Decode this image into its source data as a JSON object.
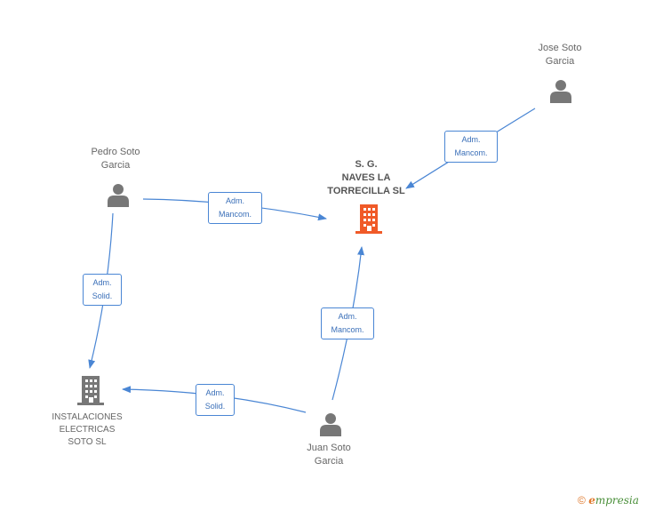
{
  "nodes": {
    "jose": {
      "line1": "Jose Soto",
      "line2": "Garcia"
    },
    "pedro": {
      "line1": "Pedro Soto",
      "line2": "Garcia"
    },
    "juan": {
      "line1": "Juan Soto",
      "line2": "Garcia"
    },
    "main_company": {
      "line1": "S.  G.",
      "line2": "NAVES LA",
      "line3": "TORRECILLA SL"
    },
    "installaciones": {
      "line1": "INSTALACIONES",
      "line2": "ELECTRICAS",
      "line3": "SOTO  SL"
    }
  },
  "edges": {
    "jose_main": {
      "line1": "Adm.",
      "line2": "Mancom."
    },
    "pedro_main": {
      "line1": "Adm.",
      "line2": "Mancom."
    },
    "pedro_inst": {
      "line1": "Adm.",
      "line2": "Solid."
    },
    "juan_main": {
      "line1": "Adm.",
      "line2": "Mancom."
    },
    "juan_inst": {
      "line1": "Adm.",
      "line2": "Solid."
    }
  },
  "colors": {
    "edge": "#4a86d4",
    "person": "#777777",
    "main_company": "#f05a28",
    "company": "#777777"
  },
  "footer": {
    "copyright": "©",
    "brand_e": "e",
    "brand_rest": "mpresia"
  }
}
